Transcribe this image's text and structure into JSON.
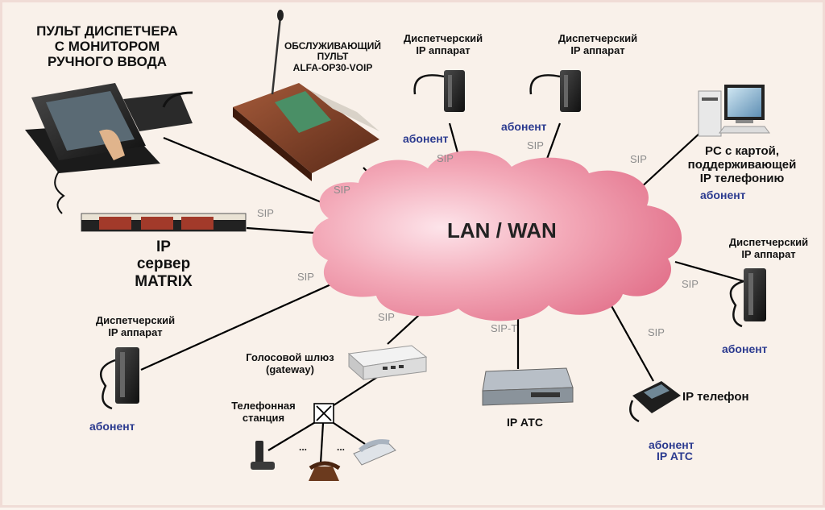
{
  "cloud": {
    "label": "LAN / WAN"
  },
  "link_label": "SIP",
  "nodes": {
    "console_monitor": {
      "line1": "ПУЛЬТ ДИСПЕТЧЕРА",
      "line2": "С МОНИТОРОМ",
      "line3": "РУЧНОГО ВВОДА"
    },
    "service_console": {
      "line1": "ОБСЛУЖИВАЮЩИЙ",
      "line2": "ПУЛЬТ",
      "line3": "ALFA-OP30-VOIP"
    },
    "ip_phone_top1": {
      "line1": "Диспетчерский",
      "line2": "IP аппарат",
      "subscriber": "абонент"
    },
    "ip_phone_top2": {
      "line1": "Диспетчерский",
      "line2": "IP аппарат",
      "subscriber": "абонент"
    },
    "pc": {
      "line1": "PC с картой,",
      "line2": "поддерживающей",
      "line3": "IP телефонию",
      "subscriber": "абонент"
    },
    "ip_server": {
      "line1": "IP",
      "line2": "сервер",
      "line3": "MATRIX"
    },
    "ip_phone_right": {
      "line1": "Диспетчерский",
      "line2": "IP аппарат",
      "subscriber": "абонент"
    },
    "ip_phone_left": {
      "line1": "Диспетчерский",
      "line2": "IP аппарат",
      "subscriber": "абонент"
    },
    "gateway": {
      "line1": "Голосовой шлюз",
      "line2": "(gateway)"
    },
    "exchange": {
      "line1": "Телефонная",
      "line2": "станция",
      "dots": "..."
    },
    "ip_pbx": {
      "label": "IP АТС",
      "link": "SIP-T"
    },
    "ip_phone_pbx": {
      "label": "IP телефон",
      "subscriber1": "абонент",
      "subscriber2": "IP АТС"
    }
  },
  "colors": {
    "cloud": "#e8859a",
    "subscriber_text": "#2b3a8f",
    "sip_text": "#8c8c8c",
    "lines": "#000000"
  },
  "icons": [
    "desk-console-icon",
    "operator-console-icon",
    "desk-phone-icon",
    "pc-icon",
    "rack-server-icon",
    "gateway-icon",
    "pbx-box-icon",
    "ip-phone-icon",
    "cordless-phone-icon",
    "rotary-phone-icon",
    "exchange-cross-icon"
  ]
}
